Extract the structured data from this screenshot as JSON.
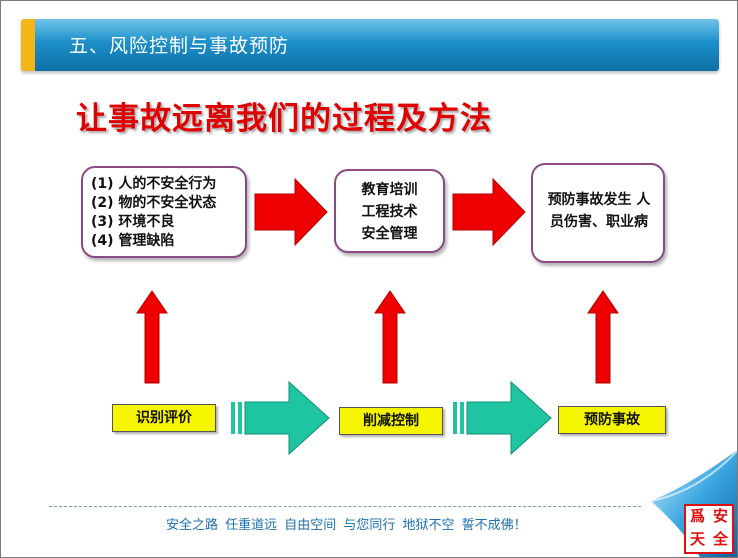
{
  "header": {
    "title": "五、风险控制与事故预防"
  },
  "main_title": "让事故远离我们的过程及方法",
  "causes": {
    "items": [
      "(1) 人的不安全行为",
      "(2) 物的不安全状态",
      "(3) 环境不良",
      "(4) 管理缺陷"
    ]
  },
  "measures": {
    "items": [
      "教育培训",
      "工程技术",
      "安全管理"
    ]
  },
  "results": {
    "text": "预防事故发生 人员伤害、职业病"
  },
  "steps": {
    "identify": "识别评价",
    "reduce": "削减控制",
    "prevent": "预防事故"
  },
  "footer": {
    "slogan": "安全之路 任重道远     自由空间 与您同行     地狱不空 誓不成佛！"
  },
  "stamp": {
    "chars": [
      "爲",
      "安",
      "天",
      "全"
    ]
  },
  "colors": {
    "header_blue": "#1c8fc9",
    "accent_gold": "#f2b619",
    "title_red": "#e00000",
    "arrow_red": "#ee0000",
    "arrow_teal": "#1fc4a0",
    "box_border": "#8a4a86",
    "step_yellow": "#f5f500",
    "footer_blue": "#1f6fae"
  }
}
